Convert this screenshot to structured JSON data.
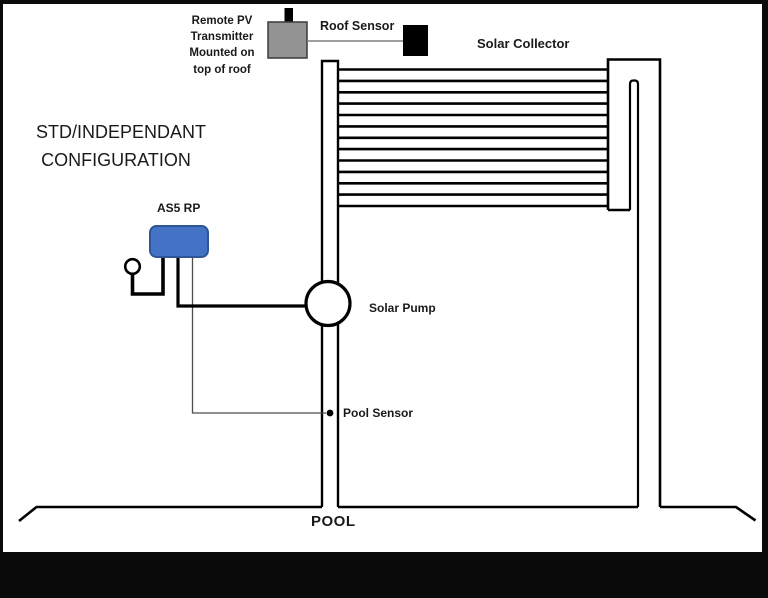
{
  "frame": {
    "border_color": "#0a0a0a",
    "canvas_color": "#ffffff"
  },
  "labels": {
    "remote_pv_lines": [
      "Remote PV",
      "Transmitter",
      "Mounted on",
      "top of roof"
    ],
    "roof_sensor": "Roof Sensor",
    "solar_collector": "Solar Collector",
    "config_lines": [
      "STD/INDEPENDANT",
      "CONFIGURATION"
    ],
    "controller": "AS5 RP",
    "solar_pump": "Solar Pump",
    "pool_sensor": "Pool Sensor",
    "pool": "POOL"
  },
  "colors": {
    "black": "#000000",
    "line": "#000000",
    "controller_fill": "#4472C4",
    "controller_border": "#2E5596",
    "transmitter_fill": "#939393",
    "transmitter_border": "#3A3A3A",
    "signal_wire_gray": "#7F7F7F",
    "sensor_wire_gray": "#4D4D4D",
    "white": "#ffffff"
  }
}
